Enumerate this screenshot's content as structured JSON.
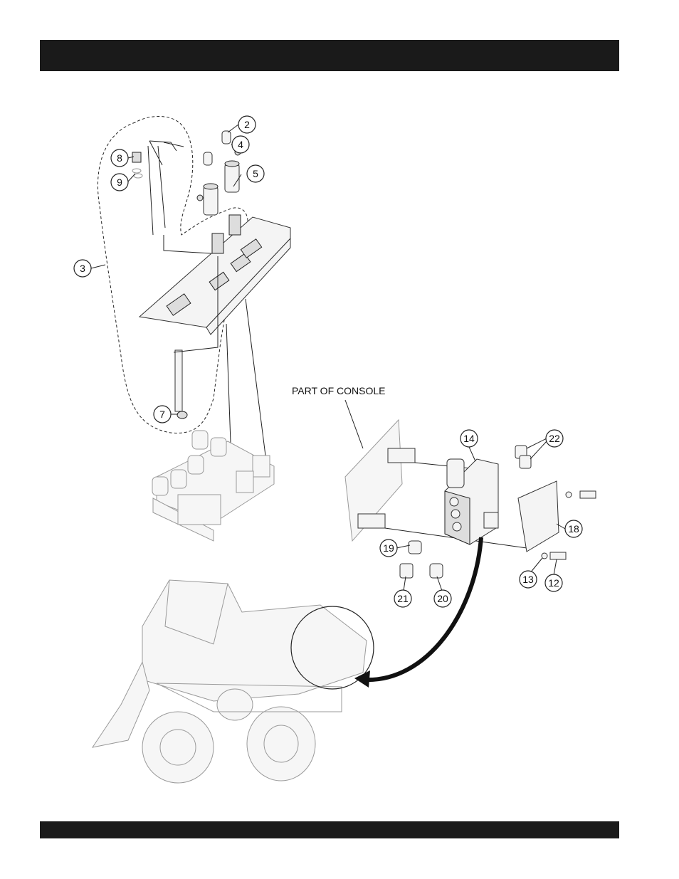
{
  "page": {
    "header_bar_text": "",
    "footer_bar_text": ""
  },
  "figure": {
    "caption": "PART OF CONSOLE",
    "callouts": {
      "c2": "2",
      "c3": "3",
      "c4": "4",
      "c5": "5",
      "c7": "7",
      "c8": "8",
      "c9": "9",
      "c12": "12",
      "c13": "13",
      "c14": "14",
      "c18": "18",
      "c19": "19",
      "c20": "20",
      "c21": "21",
      "c22": "22"
    }
  }
}
